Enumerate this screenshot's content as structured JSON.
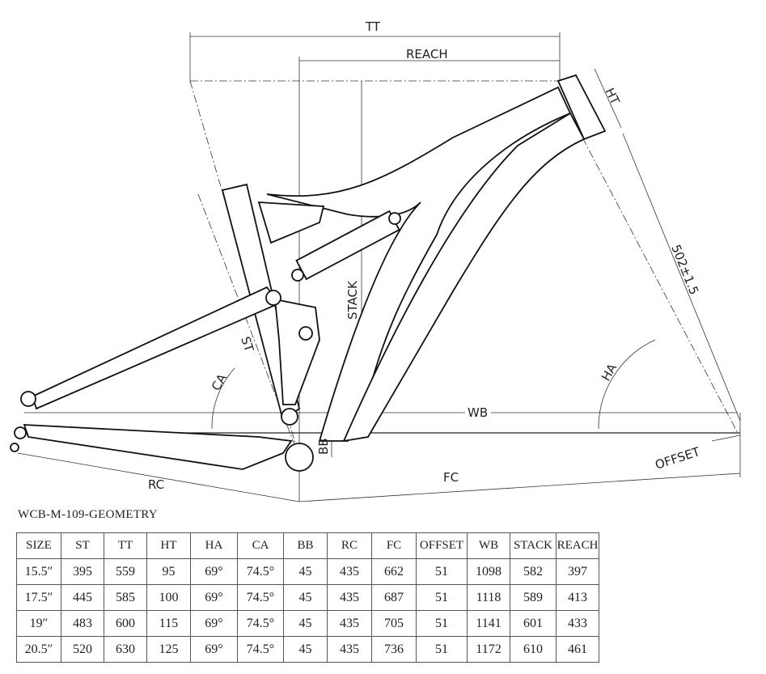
{
  "drawing": {
    "labels": {
      "tt": "TT",
      "reach": "REACH",
      "ht": "HT",
      "stack": "STACK",
      "st": "ST",
      "ca": "CA",
      "ha": "HA",
      "wb": "WB",
      "bb": "BB",
      "offset": "OFFSET",
      "rc": "RC",
      "fc": "FC",
      "fork_length": "502±1.5"
    }
  },
  "model_title": "WCB-M-109-GEOMETRY",
  "table": {
    "headers": [
      "SIZE",
      "ST",
      "TT",
      "HT",
      "HA",
      "CA",
      "BB",
      "RC",
      "FC",
      "OFFSET",
      "WB",
      "STACK",
      "REACH"
    ],
    "rows": [
      [
        "15.5″",
        "395",
        "559",
        "95",
        "69°",
        "74.5°",
        "45",
        "435",
        "662",
        "51",
        "1098",
        "582",
        "397"
      ],
      [
        "17.5″",
        "445",
        "585",
        "100",
        "69°",
        "74.5°",
        "45",
        "435",
        "687",
        "51",
        "1118",
        "589",
        "413"
      ],
      [
        "19″",
        "483",
        "600",
        "115",
        "69°",
        "74.5°",
        "45",
        "435",
        "705",
        "51",
        "1141",
        "601",
        "433"
      ],
      [
        "20.5″",
        "520",
        "630",
        "125",
        "69°",
        "74.5°",
        "45",
        "435",
        "736",
        "51",
        "1172",
        "610",
        "461"
      ]
    ]
  }
}
